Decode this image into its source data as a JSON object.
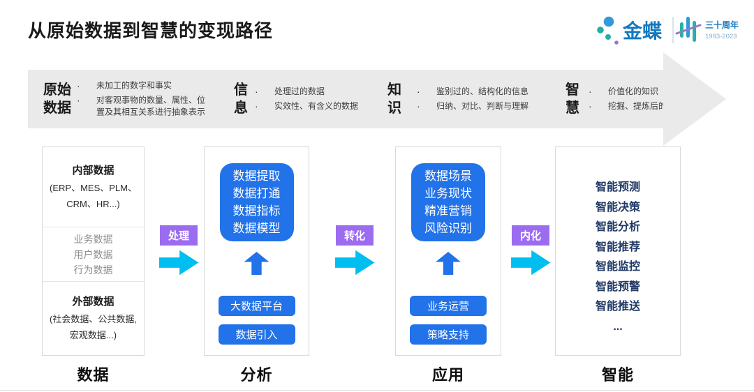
{
  "title": "从原始数据到智慧的变现路径",
  "logo": {
    "brand": "金蝶",
    "anniversary": "三十周年",
    "years": "1993-2023"
  },
  "banner": {
    "stages": [
      {
        "label": "原始\n数据",
        "bullet1": "未加工的数字和事实",
        "bullet2": "对客观事物的数量、属性、位\n置及其相互关系进行抽象表示"
      },
      {
        "label": "信\n息",
        "bullet1": "处理过的数据",
        "bullet2": "实效性、有含义的数据"
      },
      {
        "label": "知\n识",
        "bullet1": "鉴别过的、结构化的信息",
        "bullet2": "归纳、对比、判断与理解"
      },
      {
        "label": "智\n慧",
        "bullet1": "价值化的知识",
        "bullet2": "挖掘、提炼后的决策能力"
      }
    ]
  },
  "flow_arrows": [
    {
      "label": "处理"
    },
    {
      "label": "转化"
    },
    {
      "label": "内化"
    }
  ],
  "columns": {
    "data": {
      "internal_title": "内部数据",
      "internal_detail": "(ERP、MES、PLM、\nCRM、HR...)",
      "middle_items": [
        "业务数据",
        "用户数据",
        "行为数据"
      ],
      "external_title": "外部数据",
      "external_detail": "(社会数据、公共数据,\n宏观数据...)",
      "footer": "数据"
    },
    "analysis": {
      "panel": "数据提取\n数据打通\n数据指标\n数据模型",
      "buttons": [
        "大数据平台",
        "数据引入"
      ],
      "footer": "分析"
    },
    "application": {
      "panel": "数据场景\n业务现状\n精准营销\n风险识别",
      "buttons": [
        "业务运营",
        "策略支持"
      ],
      "footer": "应用"
    },
    "intelligence": {
      "items": [
        "智能预测",
        "智能决策",
        "智能分析",
        "智能推荐",
        "智能监控",
        "智能预警",
        "智能推送",
        "..."
      ],
      "footer": "智能"
    }
  },
  "colors": {
    "primary_blue": "#2272e9",
    "cyan": "#00bff0",
    "purple": "#9b6cf0",
    "navy": "#1f3864",
    "banner_gray": "#eaeaea"
  }
}
